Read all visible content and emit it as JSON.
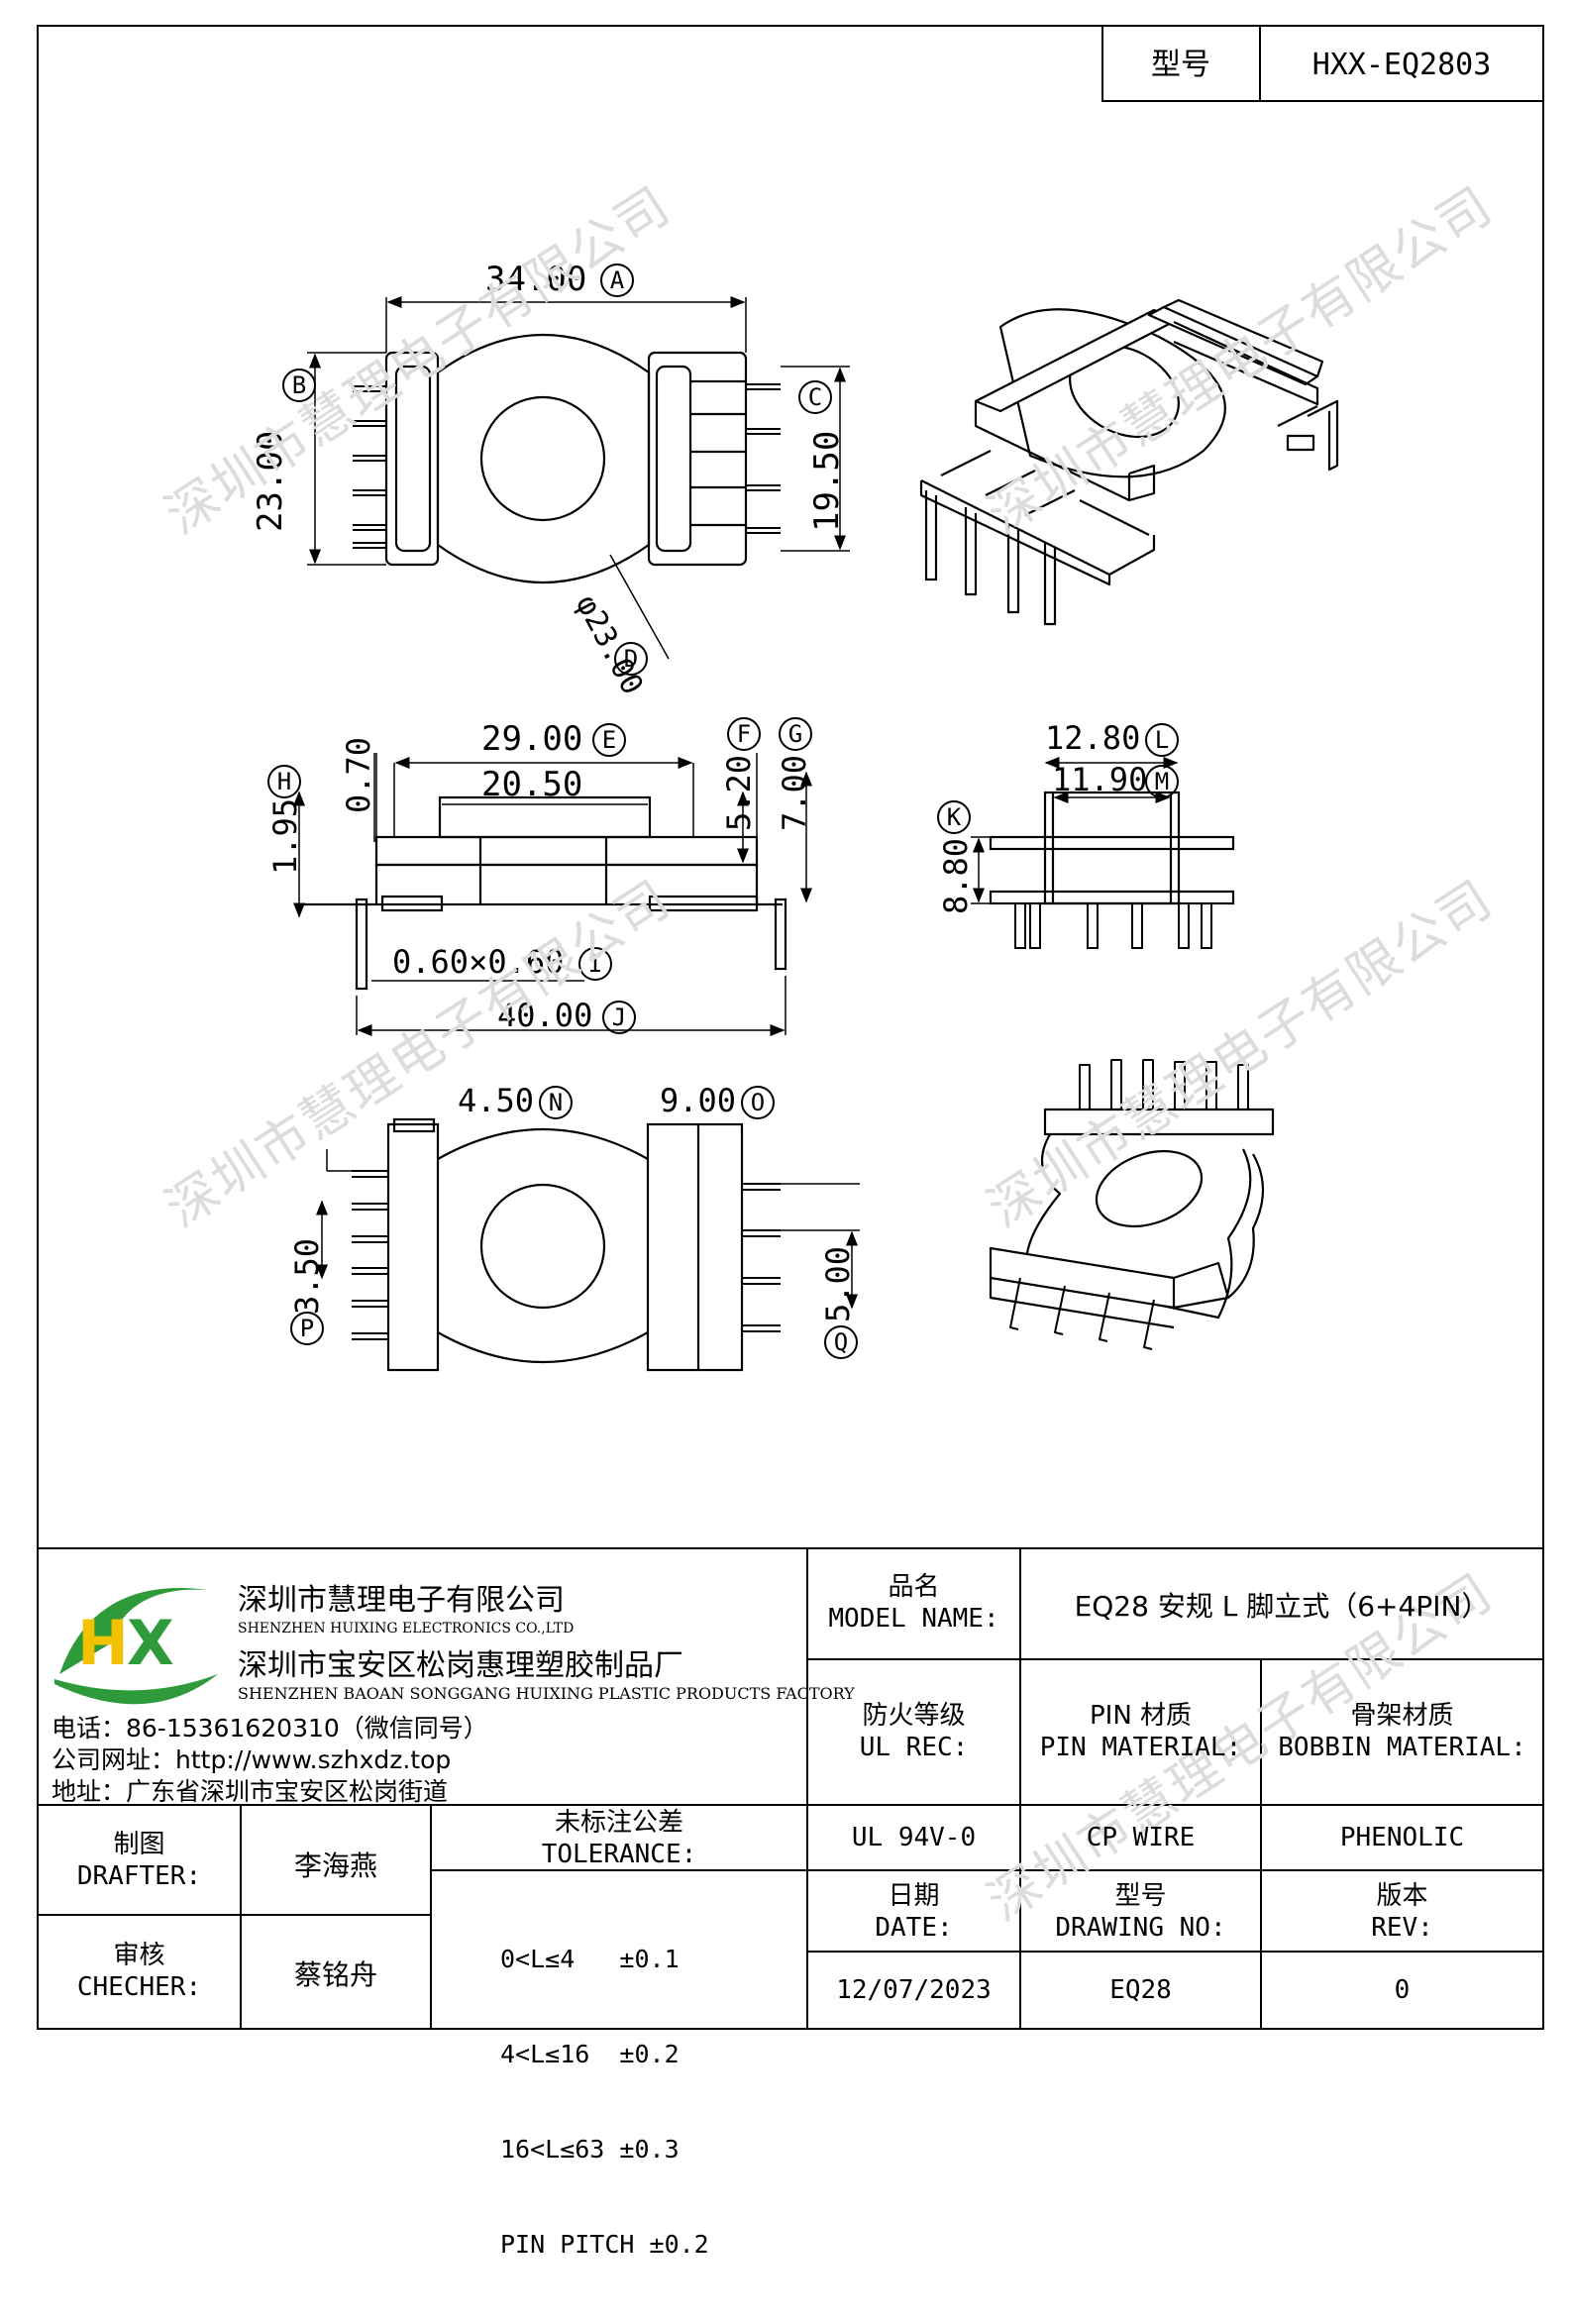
{
  "header": {
    "model_label": "型号",
    "model_value": "HXX-EQ2803"
  },
  "dimensions": {
    "A": {
      "value": "34.00",
      "tag": "A"
    },
    "B": {
      "value": "23.00",
      "tag": "B"
    },
    "C": {
      "value": "19.50",
      "tag": "C"
    },
    "D": {
      "value": "φ23.00",
      "tag": "D"
    },
    "E": {
      "value": "29.00",
      "tag": "E"
    },
    "E2": {
      "value": "20.50"
    },
    "F": {
      "value": "5.20",
      "tag": "F"
    },
    "G": {
      "value": "7.00",
      "tag": "G"
    },
    "H": {
      "value": "1.95",
      "tag": "H"
    },
    "H2": {
      "value": "0.70"
    },
    "I": {
      "value": "0.60×0.60",
      "tag": "I"
    },
    "J": {
      "value": "40.00",
      "tag": "J"
    },
    "K": {
      "value": "8.80",
      "tag": "K"
    },
    "L": {
      "value": "12.80",
      "tag": "L"
    },
    "M": {
      "value": "11.90",
      "tag": "M"
    },
    "N": {
      "value": "4.50",
      "tag": "N"
    },
    "O": {
      "value": "9.00",
      "tag": "O"
    },
    "P": {
      "value": "3.50",
      "tag": "P"
    },
    "Q": {
      "value": "5.00",
      "tag": "Q"
    }
  },
  "watermark": "深圳市慧理电子有限公司",
  "company": {
    "name1": "深圳市慧理电子有限公司",
    "name1_en": "SHENZHEN HUIXING ELECTRONICS CO.,LTD",
    "name2": "深圳市宝安区松岗惠理塑胶制品厂",
    "name2_en": "SHENZHEN BAOAN SONGGANG HUIXING PLASTIC PRODUCTS FACTORY",
    "phone": "电话：86-15361620310（微信同号）",
    "website": "公司网址：http://www.szhxdz.top",
    "address": "地址：广东省深圳市宝安区松岗街道",
    "logo_text": "HX",
    "colors": {
      "logo_green": "#2e9a3a",
      "logo_yellow": "#f2c200"
    }
  },
  "title_block": {
    "model_name_cn": "品名",
    "model_name_en": "MODEL NAME:",
    "model_name_value": "EQ28 安规 L 脚立式（6+4PIN）",
    "ul_cn": "防火等级",
    "ul_en": "UL REC:",
    "pin_cn": "PIN 材质",
    "pin_en": "PIN MATERIAL:",
    "bobbin_cn": "骨架材质",
    "bobbin_en": "BOBBIN MATERIAL:",
    "ul_value": "UL 94V-0",
    "pin_value": "CP WIRE",
    "bobbin_value": "PHENOLIC",
    "drafter_cn": "制图",
    "drafter_en": "DRAFTER:",
    "drafter_value": "李海燕",
    "checker_cn": "审核",
    "checker_en": "CHECHER:",
    "checker_value": "蔡铭舟",
    "tolerance_cn": "未标注公差",
    "tolerance_en": "TOLERANCE:",
    "tolerances": [
      "0<L≤4   ±0.1",
      "4<L≤16  ±0.2",
      "16<L≤63 ±0.3",
      "PIN PITCH ±0.2"
    ],
    "date_cn": "日期",
    "date_en": "DATE:",
    "date_value": "12/07/2023",
    "drawing_cn": "型号",
    "drawing_en": "DRAWING NO:",
    "drawing_value": "EQ28",
    "rev_cn": "版本",
    "rev_en": "REV:",
    "rev_value": "0"
  }
}
